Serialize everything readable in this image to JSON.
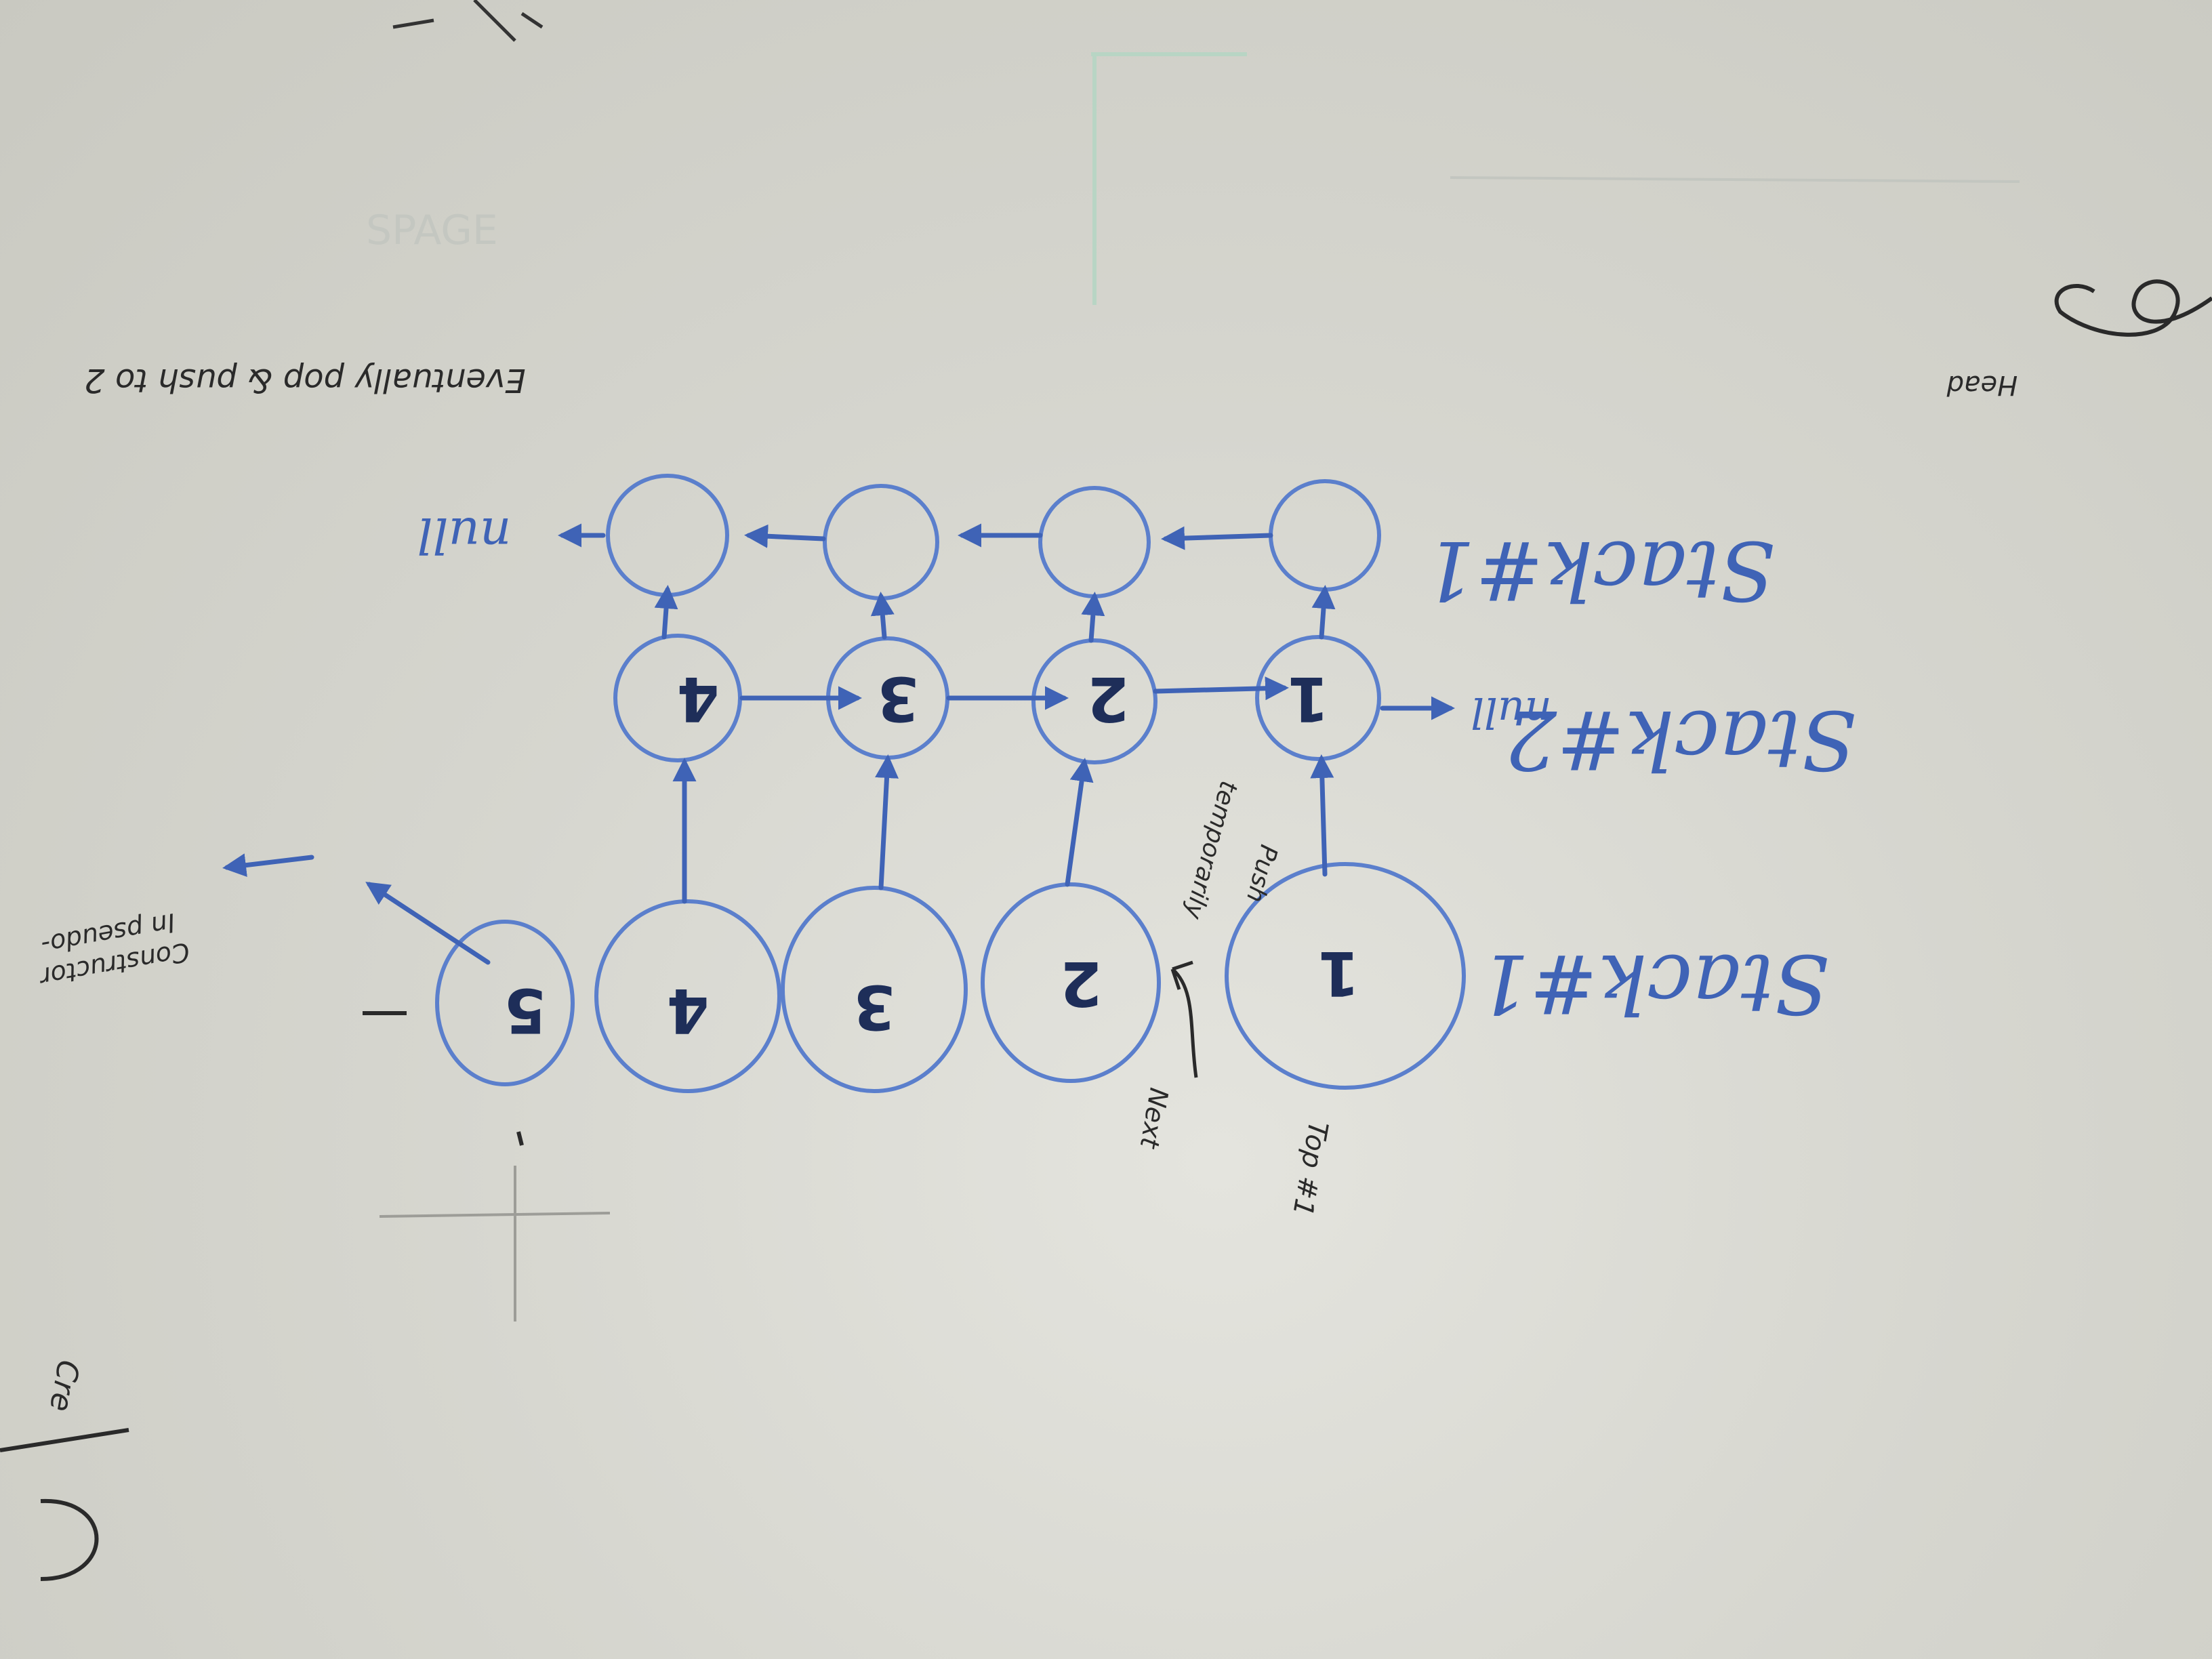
{
  "labels": {
    "stack1_upper": "Stack#1",
    "stack2": "Stack#2",
    "stack1_lower": "Stack#1",
    "null_upper": "null",
    "null_middle": "null",
    "top_note": "Eventually pop & push to 2",
    "head": "Head",
    "pseudo_note_line1": "In pseudo-",
    "pseudo_note_line2": "Constructor",
    "push_note_line1": "Push",
    "push_note_line2": "temporarily",
    "top_marker": "Top #1",
    "next_marker": "Next",
    "side_marker": "Cre"
  },
  "stack2_nodes": [
    "4",
    "3",
    "2",
    "1"
  ],
  "stack1_nodes": [
    "5",
    "4",
    "3",
    "2",
    "1"
  ],
  "colors": {
    "board": "#d9d9d2",
    "marker_blue": "#3f63b6",
    "circle_blue": "#5b7fcc",
    "pen_black": "#2a2a2a"
  }
}
